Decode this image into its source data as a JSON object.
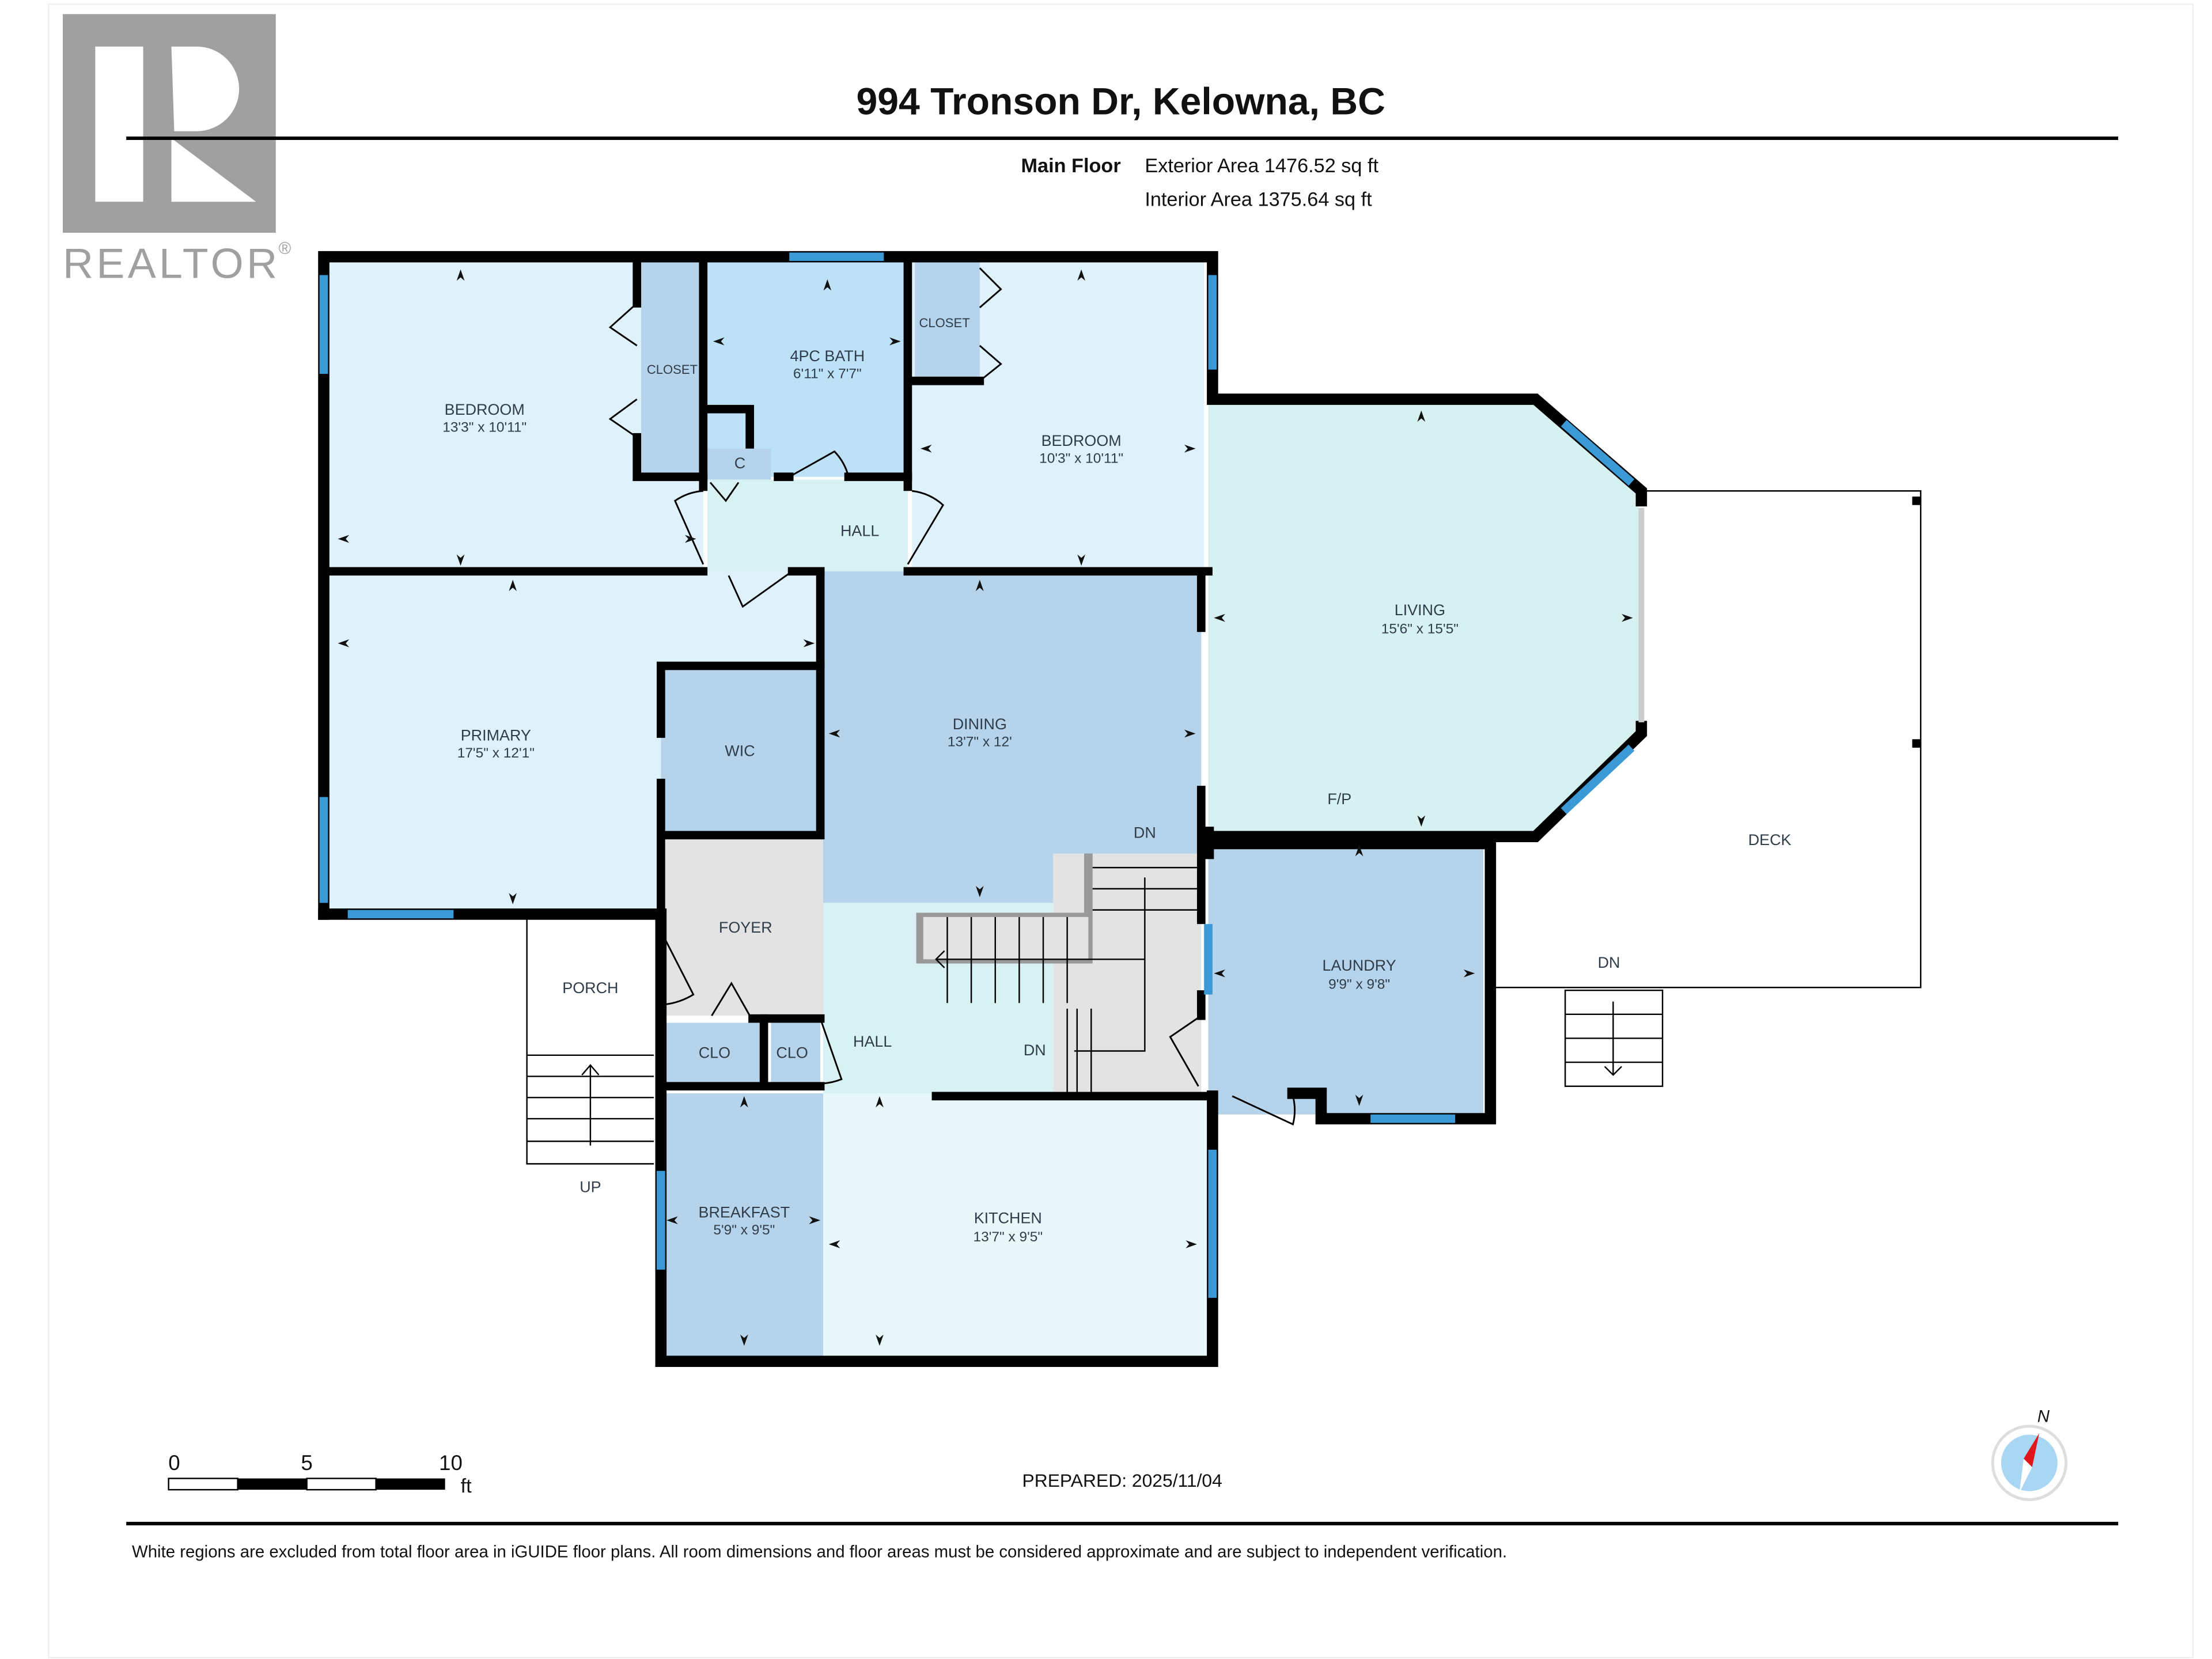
{
  "logo": {
    "text": "REALTOR",
    "mark": "®",
    "color": "#a0a0a0"
  },
  "header": {
    "title": "994 Tronson Dr, Kelowna, BC",
    "floor": "Main Floor",
    "exterior_area": "Exterior Area 1476.52 sq ft",
    "interior_area": "Interior Area 1375.64 sq ft"
  },
  "rooms": {
    "bedroom1": {
      "name": "BEDROOM",
      "dims": "13'3\" x 10'11\""
    },
    "closet1": {
      "name": "CLOSET"
    },
    "bath": {
      "name": "4PC BATH",
      "dims": "6'11\" x 7'7\""
    },
    "closet2": {
      "name": "CLOSET"
    },
    "bedroom2": {
      "name": "BEDROOM",
      "dims": "10'3\" x 10'11\""
    },
    "c": {
      "name": "C"
    },
    "hall_upper": {
      "name": "HALL"
    },
    "primary": {
      "name": "PRIMARY",
      "dims": "17'5\" x 12'1\""
    },
    "wic": {
      "name": "WIC"
    },
    "dining": {
      "name": "DINING",
      "dims": "13'7\" x 12'"
    },
    "living": {
      "name": "LIVING",
      "dims": "15'6\" x 15'5\""
    },
    "fp": {
      "name": "F/P"
    },
    "dn_dining": {
      "name": "DN"
    },
    "deck": {
      "name": "DECK"
    },
    "dn_deck": {
      "name": "DN"
    },
    "foyer": {
      "name": "FOYER"
    },
    "porch": {
      "name": "PORCH"
    },
    "up_porch": {
      "name": "UP"
    },
    "laundry": {
      "name": "LAUNDRY",
      "dims": "9'9\" x 9'8\""
    },
    "hall_lower": {
      "name": "HALL"
    },
    "clo1": {
      "name": "CLO"
    },
    "clo2": {
      "name": "CLO"
    },
    "dn_hall": {
      "name": "DN"
    },
    "breakfast": {
      "name": "BREAKFAST",
      "dims": "5'9\" x 9'5\""
    },
    "kitchen": {
      "name": "KITCHEN",
      "dims": "13'7\" x 9'5\""
    }
  },
  "scale_bar": {
    "ticks": [
      "0",
      "5",
      "10"
    ],
    "unit": "ft"
  },
  "prepared": "PREPARED: 2025/11/04",
  "compass": {
    "label": "N",
    "needle_color": "#e0161b",
    "ring_color": "#a9d6f2"
  },
  "disclaimer": "White regions are excluded from total floor area in iGUIDE floor plans. All room dimensions and floor areas must be considered approximate and are subject to independent verification.",
  "colors": {
    "wall": "#000000",
    "window": "#3b9ad6",
    "bedroom": "#dff1fb",
    "closet": "#b5d3ea",
    "bath": "#bde1f7",
    "living": "#d7f0f2",
    "kitchen": "#e8f8fa",
    "utility": "#e3e3e3"
  }
}
